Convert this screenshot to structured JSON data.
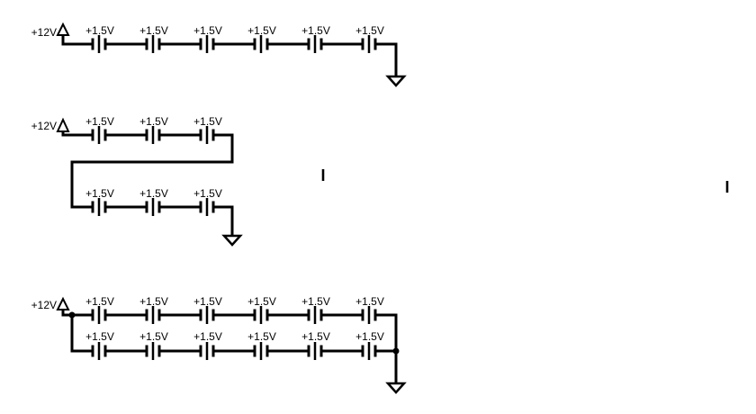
{
  "page": {
    "background_color": "#ffffff",
    "ink_color": "#000000",
    "description": "Battery series-parallel schematic with three circuits"
  },
  "icons": {
    "power_port_icon": "hollow up-pointing triangle with stem",
    "ground_icon": "hollow down-pointing triangle",
    "junction_dot": "filled circle node"
  },
  "circuits": [
    {
      "name": "six batteries in series",
      "source_label": "+12V",
      "batteries": [
        {
          "label": "+1.5V"
        },
        {
          "label": "+1.5V"
        },
        {
          "label": "+1.5V"
        },
        {
          "label": "+1.5V"
        },
        {
          "label": "+1.5V"
        },
        {
          "label": "+1.5V"
        }
      ]
    },
    {
      "name": "two rows of three batteries in series (wrapped)",
      "source_label": "+12V",
      "row1": [
        {
          "label": "+1.5V"
        },
        {
          "label": "+1.5V"
        },
        {
          "label": "+1.5V"
        }
      ],
      "row2": [
        {
          "label": "+1.5V"
        },
        {
          "label": "+1.5V"
        },
        {
          "label": "+1.5V"
        }
      ]
    },
    {
      "name": "two parallel strings of six batteries",
      "source_label": "+12V",
      "row1": [
        {
          "label": "+1.5V"
        },
        {
          "label": "+1.5V"
        },
        {
          "label": "+1.5V"
        },
        {
          "label": "+1.5V"
        },
        {
          "label": "+1.5V"
        },
        {
          "label": "+1.5V"
        }
      ],
      "row2": [
        {
          "label": "+1.5V"
        },
        {
          "label": "+1.5V"
        },
        {
          "label": "+1.5V"
        },
        {
          "label": "+1.5V"
        },
        {
          "label": "+1.5V"
        },
        {
          "label": "+1.5V"
        }
      ]
    }
  ],
  "stray_text": [
    {
      "glyph": "I"
    },
    {
      "glyph": "I"
    }
  ]
}
